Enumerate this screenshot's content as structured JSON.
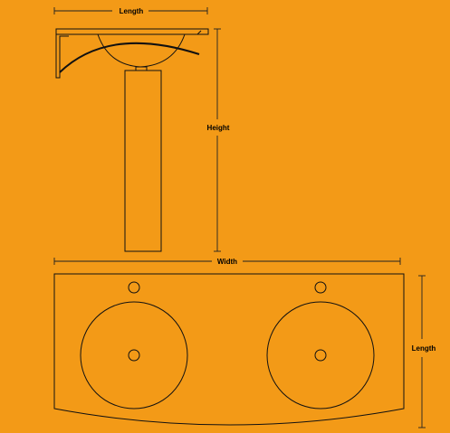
{
  "dimensions": {
    "side_length": "Length",
    "height": "Height",
    "width": "Width",
    "top_length": "Length"
  },
  "colors": {
    "background": "#F39A17",
    "line": "#111111"
  }
}
